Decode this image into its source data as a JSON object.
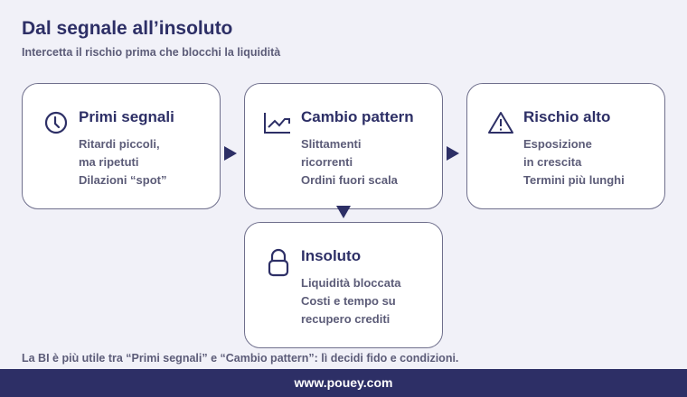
{
  "title": "Dal segnale all’insoluto",
  "subtitle": "Intercetta il rischio prima che blocchi la liquidità",
  "steps": [
    {
      "icon": "clock-icon",
      "title": "Primi segnali",
      "lines": [
        "Ritardi piccoli,",
        "ma ripetuti",
        "Dilazioni “spot”"
      ]
    },
    {
      "icon": "line-chart-icon",
      "title": "Cambio pattern",
      "lines": [
        "Slittamenti",
        "ricorrenti",
        "Ordini fuori scala"
      ]
    },
    {
      "icon": "warning-icon",
      "title": "Rischio alto",
      "lines": [
        "Esposizione",
        "in crescita",
        "Termini più lunghi"
      ]
    },
    {
      "icon": "lock-icon",
      "title": "Insoluto",
      "lines": [
        "Liquidità bloccata",
        "Costi e tempo su",
        "recupero crediti"
      ]
    }
  ],
  "note": "La BI è più utile tra “Primi segnali” e “Cambio pattern”: lì decidi fido e condizioni.",
  "footer": "www.pouey.com",
  "colors": {
    "navy": "#2d2f66",
    "text": "#5c5c78",
    "background": "#f1f1f8"
  }
}
